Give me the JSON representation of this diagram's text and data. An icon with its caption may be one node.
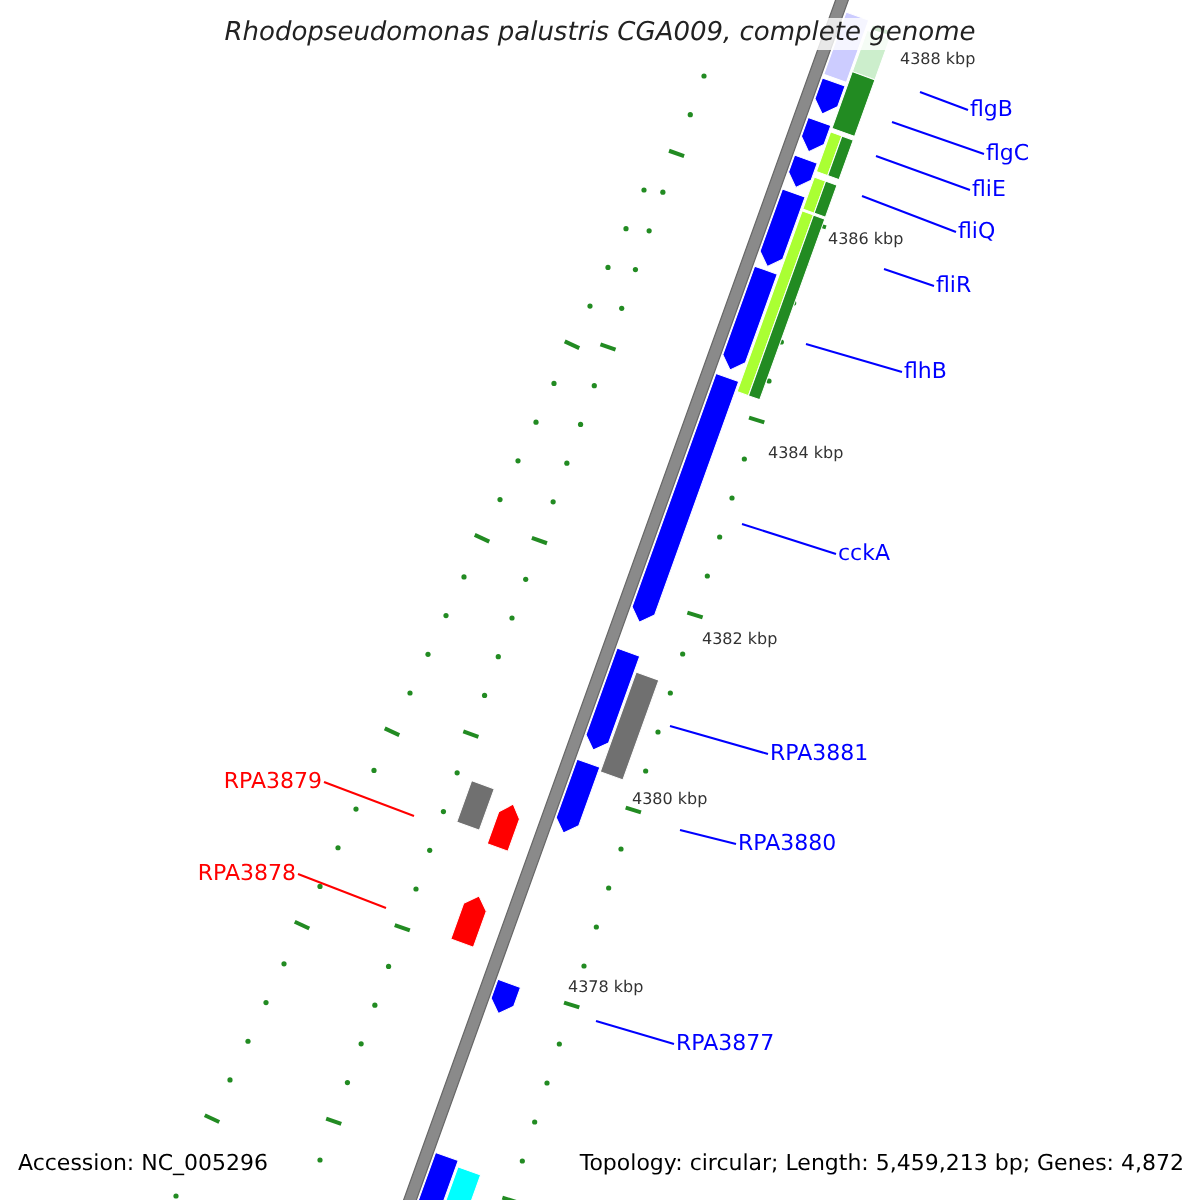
{
  "diagram": {
    "title": "Rhodopseudomonas palustris CGA009, complete genome",
    "nodes": [
      {
        "text": [
          "flgB"
        ]
      },
      {
        "text": [
          "flgC"
        ]
      },
      {
        "text": [
          "fliE"
        ]
      },
      {
        "text": [
          "fliQ"
        ]
      },
      {
        "text": [
          "fliR"
        ]
      },
      {
        "text": [
          "flhB"
        ]
      },
      {
        "text": [
          "cckA"
        ]
      },
      {
        "text": [
          "RPA3881"
        ]
      },
      {
        "text": [
          "RPA3880"
        ]
      },
      {
        "text": [
          "RPA3877"
        ]
      },
      {
        "text": [
          "RPA3879"
        ]
      },
      {
        "text": [
          "RPA3878"
        ]
      }
    ],
    "edges": [
      {
        "from": 0,
        "to": null,
        "arrow": "none"
      },
      {
        "from": 1,
        "to": null,
        "arrow": "none"
      },
      {
        "from": 2,
        "to": null,
        "arrow": "none"
      },
      {
        "from": 3,
        "to": null,
        "arrow": "none"
      },
      {
        "from": 4,
        "to": null,
        "arrow": "none"
      },
      {
        "from": 5,
        "to": null,
        "arrow": "none"
      },
      {
        "from": 6,
        "to": null,
        "arrow": "none"
      },
      {
        "from": 7,
        "to": null,
        "arrow": "none"
      },
      {
        "from": 8,
        "to": null,
        "arrow": "none"
      },
      {
        "from": 9,
        "to": null,
        "arrow": "none"
      },
      {
        "from": 10,
        "to": null,
        "arrow": "none",
        "color": "#ff0000"
      },
      {
        "from": 11,
        "to": null,
        "arrow": "none",
        "color": "#ff0000"
      }
    ],
    "labels": [
      "4388 kbp",
      "4386 kbp",
      "4384 kbp",
      "4382 kbp",
      "4380 kbp",
      "4378 kbp",
      "Accession: NC_005296",
      "Topology: circular; Length: 5,459,213 bp; Genes: 4,872"
    ]
  }
}
